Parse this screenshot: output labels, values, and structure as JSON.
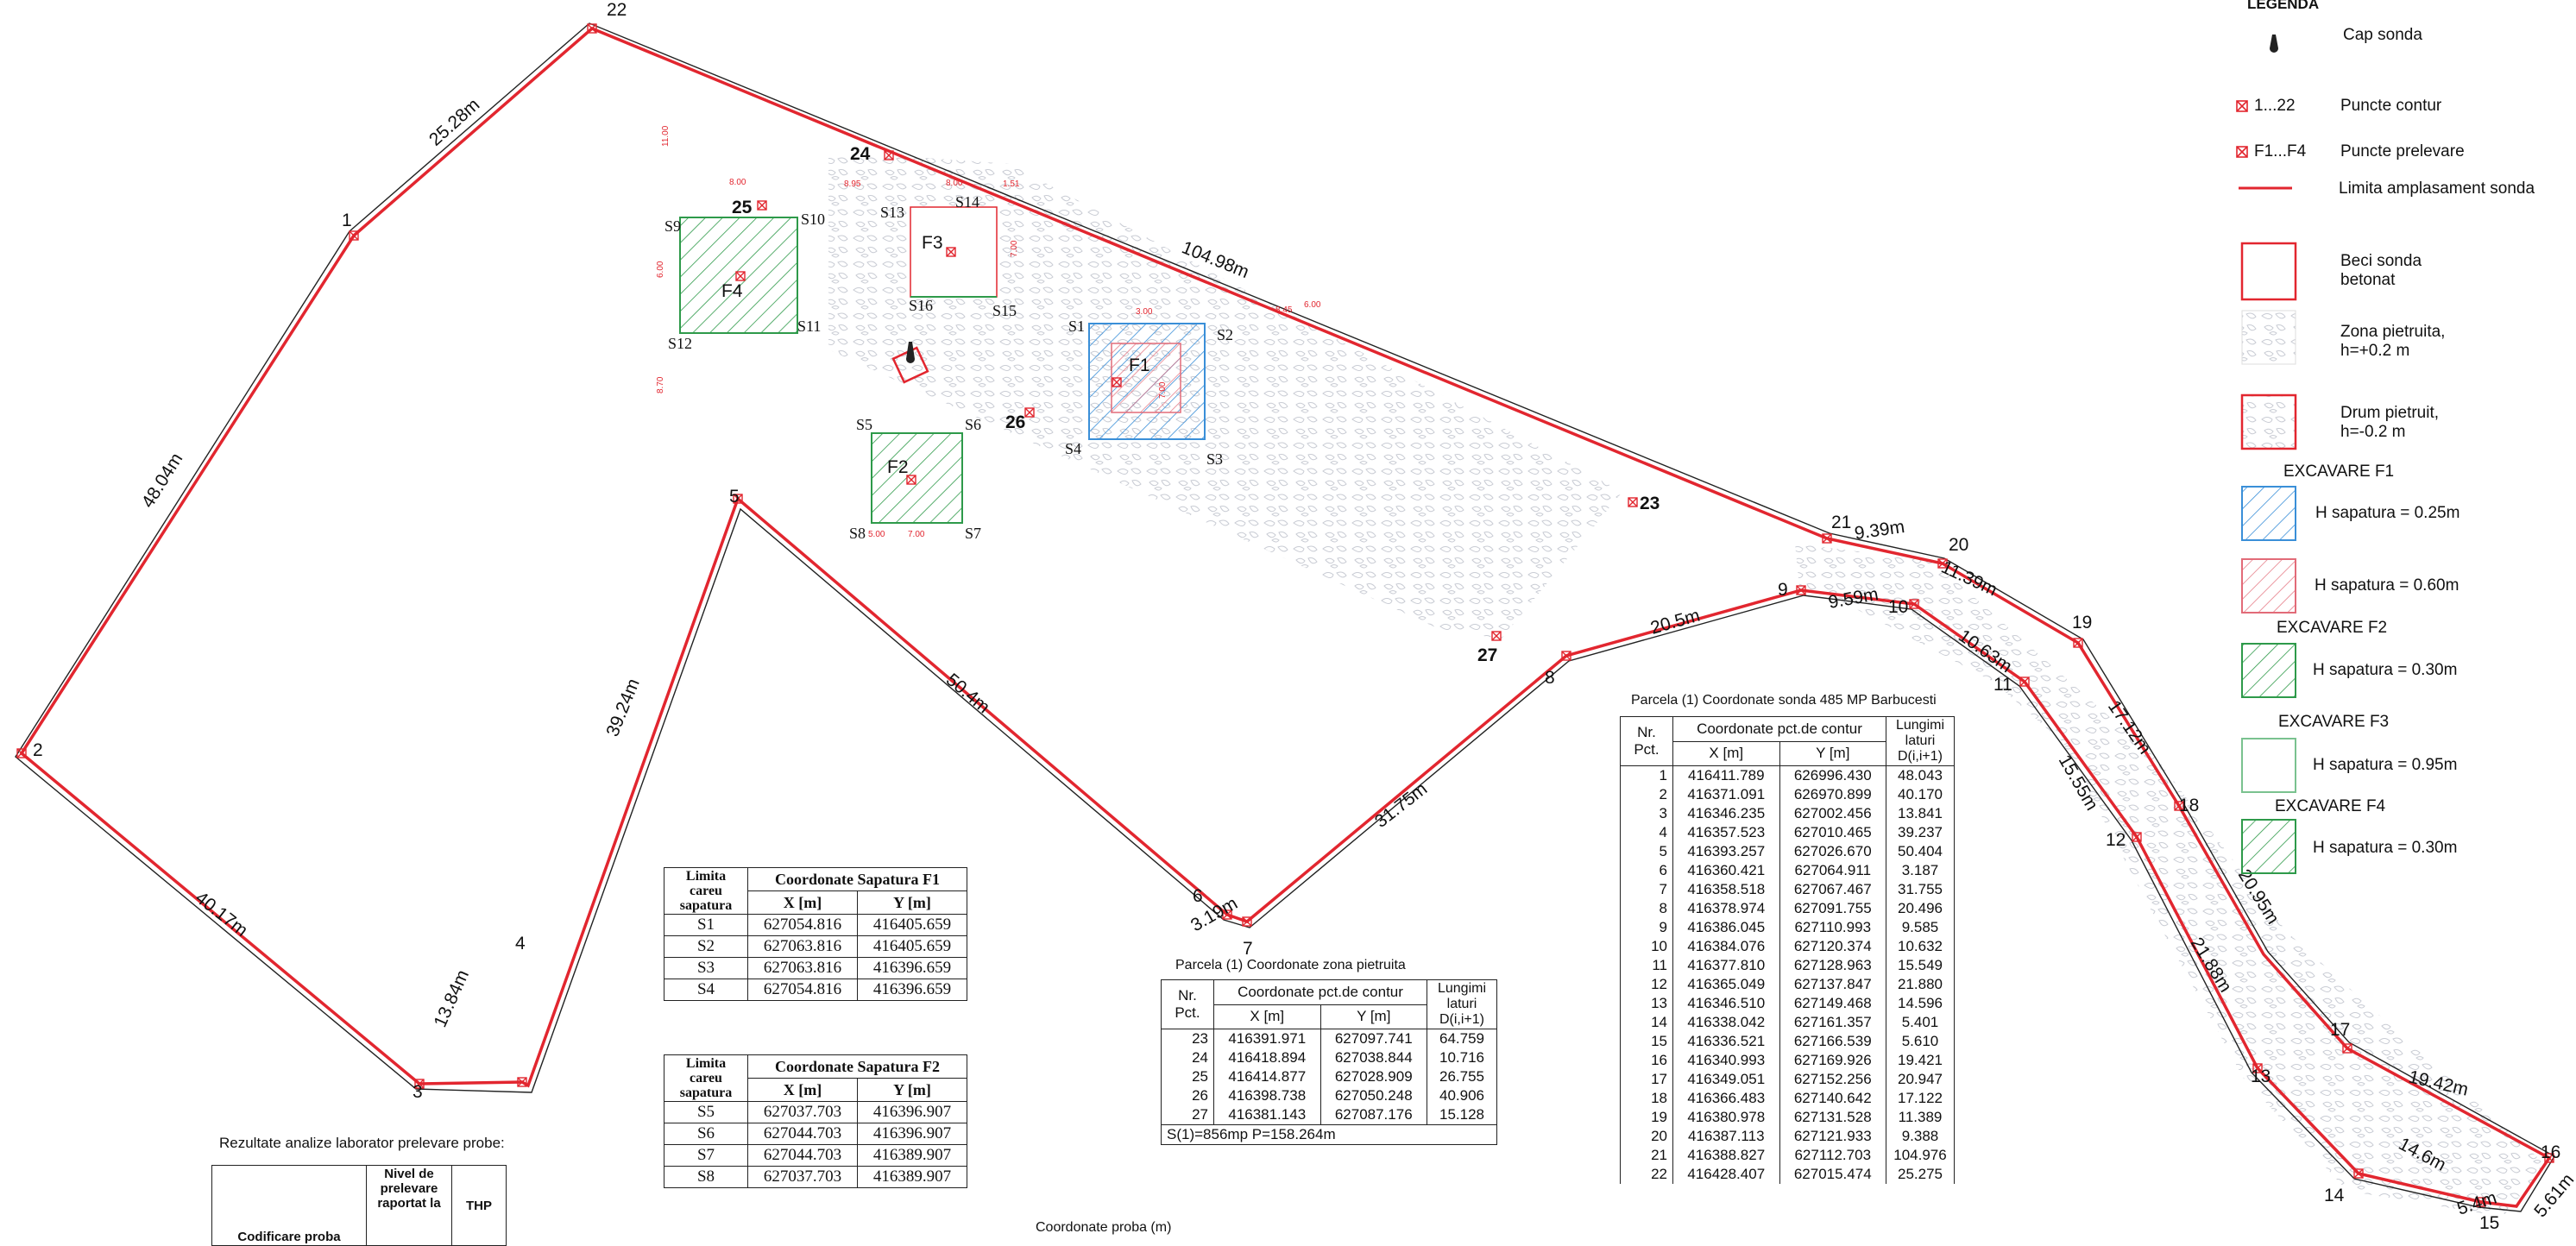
{
  "legend": {
    "title": "LEGENDA",
    "items": [
      {
        "symbol": "probe-head-icon",
        "label": "Cap sonda"
      },
      {
        "symbol": "contour-point-icon",
        "prefix": "1...22",
        "label": "Puncte contur"
      },
      {
        "symbol": "sample-point-icon",
        "prefix": "F1...F4",
        "label": "Puncte prelevare"
      },
      {
        "symbol": "red-line",
        "label": "Limita amplasament sonda"
      },
      {
        "symbol": "red-square",
        "label": "Beci sonda betonat"
      },
      {
        "symbol": "gravel-area",
        "label": "Zona pietruita, h=+0.2 m"
      },
      {
        "symbol": "gravel-road",
        "label": "Drum pietruit, h=-0.2 m"
      }
    ],
    "excavations": [
      {
        "title": "EXCAVARE F1",
        "rows": [
          {
            "color": "#3a8fd8",
            "label": "H sapatura = 0.25m"
          },
          {
            "color": "#e26b78",
            "label": "H sapatura = 0.60m"
          }
        ]
      },
      {
        "title": "EXCAVARE F2",
        "rows": [
          {
            "color": "#2e9a4a",
            "label": "H sapatura = 0.30m"
          }
        ]
      },
      {
        "title": "EXCAVARE F3",
        "rows": [
          {
            "color": "#7ac28f",
            "label": "H sapatura = 0.95m"
          }
        ]
      },
      {
        "title": "EXCAVARE F4",
        "rows": [
          {
            "color": "#2e9a4a",
            "label": "H sapatura = 0.30m"
          }
        ]
      }
    ]
  },
  "plan": {
    "point_labels": [
      "1",
      "2",
      "3",
      "4",
      "5",
      "6",
      "7",
      "8",
      "9",
      "10",
      "11",
      "12",
      "13",
      "14",
      "15",
      "16",
      "17",
      "18",
      "19",
      "20",
      "21",
      "22",
      "23",
      "24",
      "25",
      "26",
      "27"
    ],
    "segment_labels": [
      "25.28m",
      "48.04m",
      "40.17m",
      "13.84m",
      "39.24m",
      "50.4m",
      "3.19m",
      "31.75m",
      "20.5m",
      "9.59m",
      "9.39m",
      "11.39m",
      "10.63m",
      "15.55m",
      "17.12m",
      "21.88m",
      "20.95m",
      "14.6m",
      "5.4m",
      "19.42m",
      "5.61m",
      "104.98m"
    ],
    "sample_labels": [
      "F1",
      "F2",
      "F3",
      "F4"
    ],
    "corner_labels": [
      "S1",
      "S2",
      "S3",
      "S4",
      "S5",
      "S6",
      "S7",
      "S8",
      "S9",
      "S10",
      "S11",
      "S12",
      "S13",
      "S14",
      "S15",
      "S16"
    ],
    "dim_labels": [
      "8.00",
      "8.95",
      "1.51",
      "7.00",
      "3.00",
      "8.45",
      "6.00",
      "5.00",
      "7.00",
      "7.00",
      "8.00",
      "6.00",
      "11.00",
      "8.70"
    ]
  },
  "f1_table": {
    "col1": "Limita careu sapatura",
    "title": "Coordonate Sapatura F1",
    "x": "X [m]",
    "y": "Y [m]",
    "rows": [
      [
        "S1",
        "627054.816",
        "416405.659"
      ],
      [
        "S2",
        "627063.816",
        "416405.659"
      ],
      [
        "S3",
        "627063.816",
        "416396.659"
      ],
      [
        "S4",
        "627054.816",
        "416396.659"
      ]
    ]
  },
  "f2_table": {
    "col1": "Limita careu sapatura",
    "title": "Coordonate Sapatura F2",
    "x": "X [m]",
    "y": "Y [m]",
    "rows": [
      [
        "S5",
        "627037.703",
        "416396.907"
      ],
      [
        "S6",
        "627044.703",
        "416396.907"
      ],
      [
        "S7",
        "627044.703",
        "416389.907"
      ],
      [
        "S8",
        "627037.703",
        "416389.907"
      ]
    ]
  },
  "gravel_table": {
    "caption": "Parcela (1)  Coordonate zona pietruita",
    "nr": "Nr. Pct.",
    "title": "Coordonate pct.de contur",
    "len": "Lungimi laturi D(i,i+1)",
    "x": "X [m]",
    "y": "Y [m]",
    "rows": [
      [
        "23",
        "416391.971",
        "627097.741",
        "64.759"
      ],
      [
        "24",
        "416418.894",
        "627038.844",
        "10.716"
      ],
      [
        "25",
        "416414.877",
        "627028.909",
        "26.755"
      ],
      [
        "26",
        "416398.738",
        "627050.248",
        "40.906"
      ],
      [
        "27",
        "416381.143",
        "627087.176",
        "15.128"
      ]
    ],
    "footer": "S(1)=856mp  P=158.264m"
  },
  "probe_table": {
    "caption": "Parcela (1)  Coordonate sonda 485 MP Barbucesti",
    "nr": "Nr. Pct.",
    "title": "Coordonate pct.de contur",
    "len": "Lungimi laturi D(i,i+1)",
    "x": "X [m]",
    "y": "Y [m]",
    "rows": [
      [
        "1",
        "416411.789",
        "626996.430",
        "48.043"
      ],
      [
        "2",
        "416371.091",
        "626970.899",
        "40.170"
      ],
      [
        "3",
        "416346.235",
        "627002.456",
        "13.841"
      ],
      [
        "4",
        "416357.523",
        "627010.465",
        "39.237"
      ],
      [
        "5",
        "416393.257",
        "627026.670",
        "50.404"
      ],
      [
        "6",
        "416360.421",
        "627064.911",
        "3.187"
      ],
      [
        "7",
        "416358.518",
        "627067.467",
        "31.755"
      ],
      [
        "8",
        "416378.974",
        "627091.755",
        "20.496"
      ],
      [
        "9",
        "416386.045",
        "627110.993",
        "9.585"
      ],
      [
        "10",
        "416384.076",
        "627120.374",
        "10.632"
      ],
      [
        "11",
        "416377.810",
        "627128.963",
        "15.549"
      ],
      [
        "12",
        "416365.049",
        "627137.847",
        "21.880"
      ],
      [
        "13",
        "416346.510",
        "627149.468",
        "14.596"
      ],
      [
        "14",
        "416338.042",
        "627161.357",
        "5.401"
      ],
      [
        "15",
        "416336.521",
        "627166.539",
        "5.610"
      ],
      [
        "16",
        "416340.993",
        "627169.926",
        "19.421"
      ],
      [
        "17",
        "416349.051",
        "627152.256",
        "20.947"
      ],
      [
        "18",
        "416366.483",
        "627140.642",
        "17.122"
      ],
      [
        "19",
        "416380.978",
        "627131.528",
        "11.389"
      ],
      [
        "20",
        "416387.113",
        "627121.933",
        "9.388"
      ],
      [
        "21",
        "416388.827",
        "627112.703",
        "104.976"
      ],
      [
        "22",
        "416428.407",
        "627015.474",
        "25.275"
      ]
    ]
  },
  "lab_results": {
    "caption": "Rezultate analize laborator prelevare probe:",
    "col1": "Codificare proba",
    "col2": "Nivel de prelevare raportat la",
    "col3": "THP"
  },
  "bottom_caption": "Coordonate proba (m)"
}
